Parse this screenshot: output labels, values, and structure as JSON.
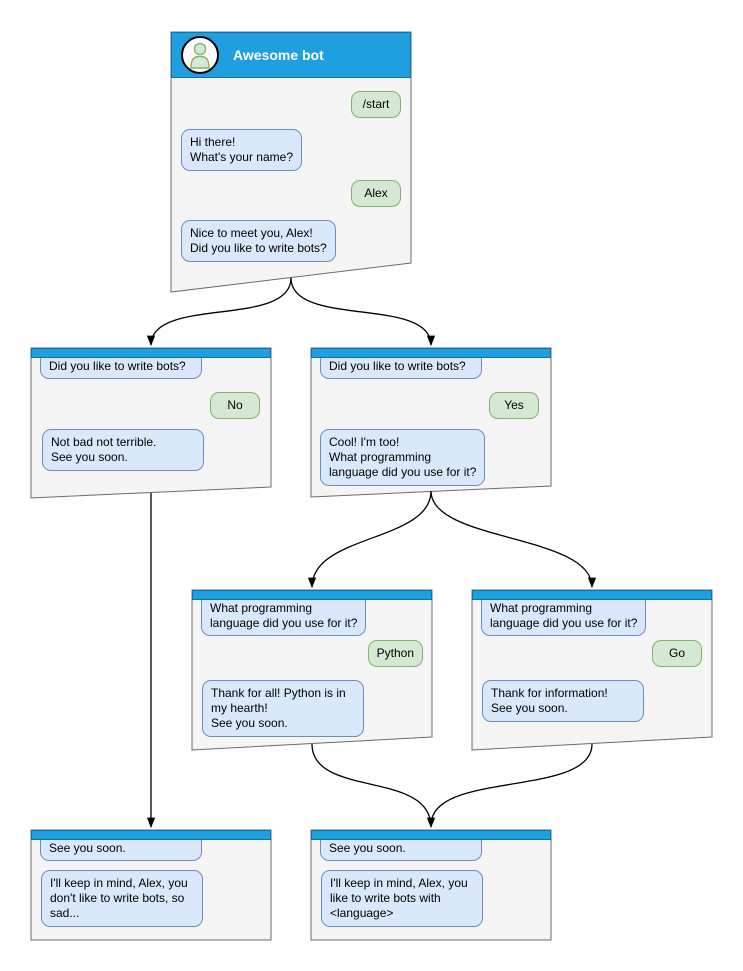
{
  "diagram": {
    "nodes": [
      {
        "id": "root",
        "title": "Awesome bot",
        "avatar": "person-icon",
        "bubbles": [
          {
            "from": "user",
            "text": "/start"
          },
          {
            "from": "bot",
            "text": "Hi there!\nWhat's your name?"
          },
          {
            "from": "user",
            "text": "Alex"
          },
          {
            "from": "bot",
            "text": "Nice to meet you, Alex!\nDid you like to write bots?"
          }
        ]
      },
      {
        "id": "branch-no",
        "bubbles": [
          {
            "from": "bot",
            "text": "Did you like to write bots?"
          },
          {
            "from": "user",
            "text": "No"
          },
          {
            "from": "bot",
            "text": "Not bad not terrible.\nSee you soon."
          }
        ]
      },
      {
        "id": "branch-yes",
        "bubbles": [
          {
            "from": "bot",
            "text": "Did you like to write bots?"
          },
          {
            "from": "user",
            "text": "Yes"
          },
          {
            "from": "bot",
            "text": "Cool! I'm too!\nWhat programming\nlanguage did you use for it?"
          }
        ]
      },
      {
        "id": "lang-python",
        "bubbles": [
          {
            "from": "bot",
            "text": "What programming\nlanguage did you use for it?"
          },
          {
            "from": "user",
            "text": "Python"
          },
          {
            "from": "bot",
            "text": "Thank for all! Python is in\nmy hearth!\nSee you soon."
          }
        ]
      },
      {
        "id": "lang-go",
        "bubbles": [
          {
            "from": "bot",
            "text": "What programming\nlanguage did you use for it?"
          },
          {
            "from": "user",
            "text": "Go"
          },
          {
            "from": "bot",
            "text": "Thank for information!\nSee you soon."
          }
        ]
      },
      {
        "id": "end-no",
        "bubbles": [
          {
            "from": "bot",
            "text": "See you soon."
          },
          {
            "from": "bot",
            "text": "I'll keep in mind, Alex, you\ndon't like to write bots, so\nsad..."
          }
        ]
      },
      {
        "id": "end-yes",
        "bubbles": [
          {
            "from": "bot",
            "text": "See you soon."
          },
          {
            "from": "bot",
            "text": "I'll keep in mind, Alex, you\nlike to write bots with\n<language>"
          }
        ]
      }
    ],
    "edges": [
      {
        "from": "root",
        "to": "branch-no"
      },
      {
        "from": "root",
        "to": "branch-yes"
      },
      {
        "from": "branch-no",
        "to": "end-no"
      },
      {
        "from": "branch-yes",
        "to": "lang-python"
      },
      {
        "from": "branch-yes",
        "to": "lang-go"
      },
      {
        "from": "lang-python",
        "to": "end-yes"
      },
      {
        "from": "lang-go",
        "to": "end-yes"
      }
    ]
  },
  "colors": {
    "header_blue": "#1f9fe0",
    "header_border": "#0d72ad",
    "bot_bubble_fill": "#dae8fc",
    "bot_bubble_border": "#6c8ebf",
    "user_bubble_fill": "#d5e8d4",
    "user_bubble_border": "#82b366",
    "node_fill": "#f5f5f5",
    "node_border": "#6b6b6b",
    "connector": "#000000"
  }
}
